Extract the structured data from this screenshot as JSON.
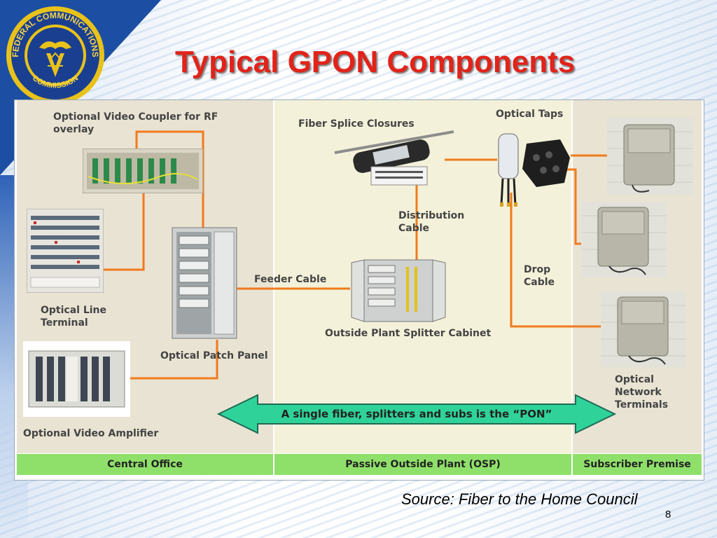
{
  "title": "Typical GPON Components",
  "seal_text": [
    "FEDERAL COMMUNICATIONS",
    "COMMISSION"
  ],
  "zones": [
    {
      "label": "Central Office"
    },
    {
      "label": "Passive Outside Plant (OSP)"
    },
    {
      "label": "Subscriber Premise"
    }
  ],
  "components": {
    "video_coupler": "Optional Video Coupler for RF overlay",
    "olt": "Optical Line Terminal",
    "video_amplifier": "Optional Video Amplifier",
    "patch_panel": "Optical Patch Panel",
    "feeder_cable": "Feeder Cable",
    "splice_closures": "Fiber Splice Closures",
    "distribution_cable": "Distribution Cable",
    "splitter_cabinet": "Outside Plant Splitter Cabinet",
    "optical_taps": "Optical Taps",
    "drop_cable": "Drop Cable",
    "ont": "Optical Network Terminals"
  },
  "pon_note": "A single fiber, splitters and subs is the “PON”",
  "source": "Source:  Fiber to the Home Council",
  "page_number": "8",
  "colors": {
    "title": "#e2231a",
    "fiber": "#f07b1c",
    "zone_bar": "#8fe06a",
    "arrow": "#2fd39a"
  }
}
